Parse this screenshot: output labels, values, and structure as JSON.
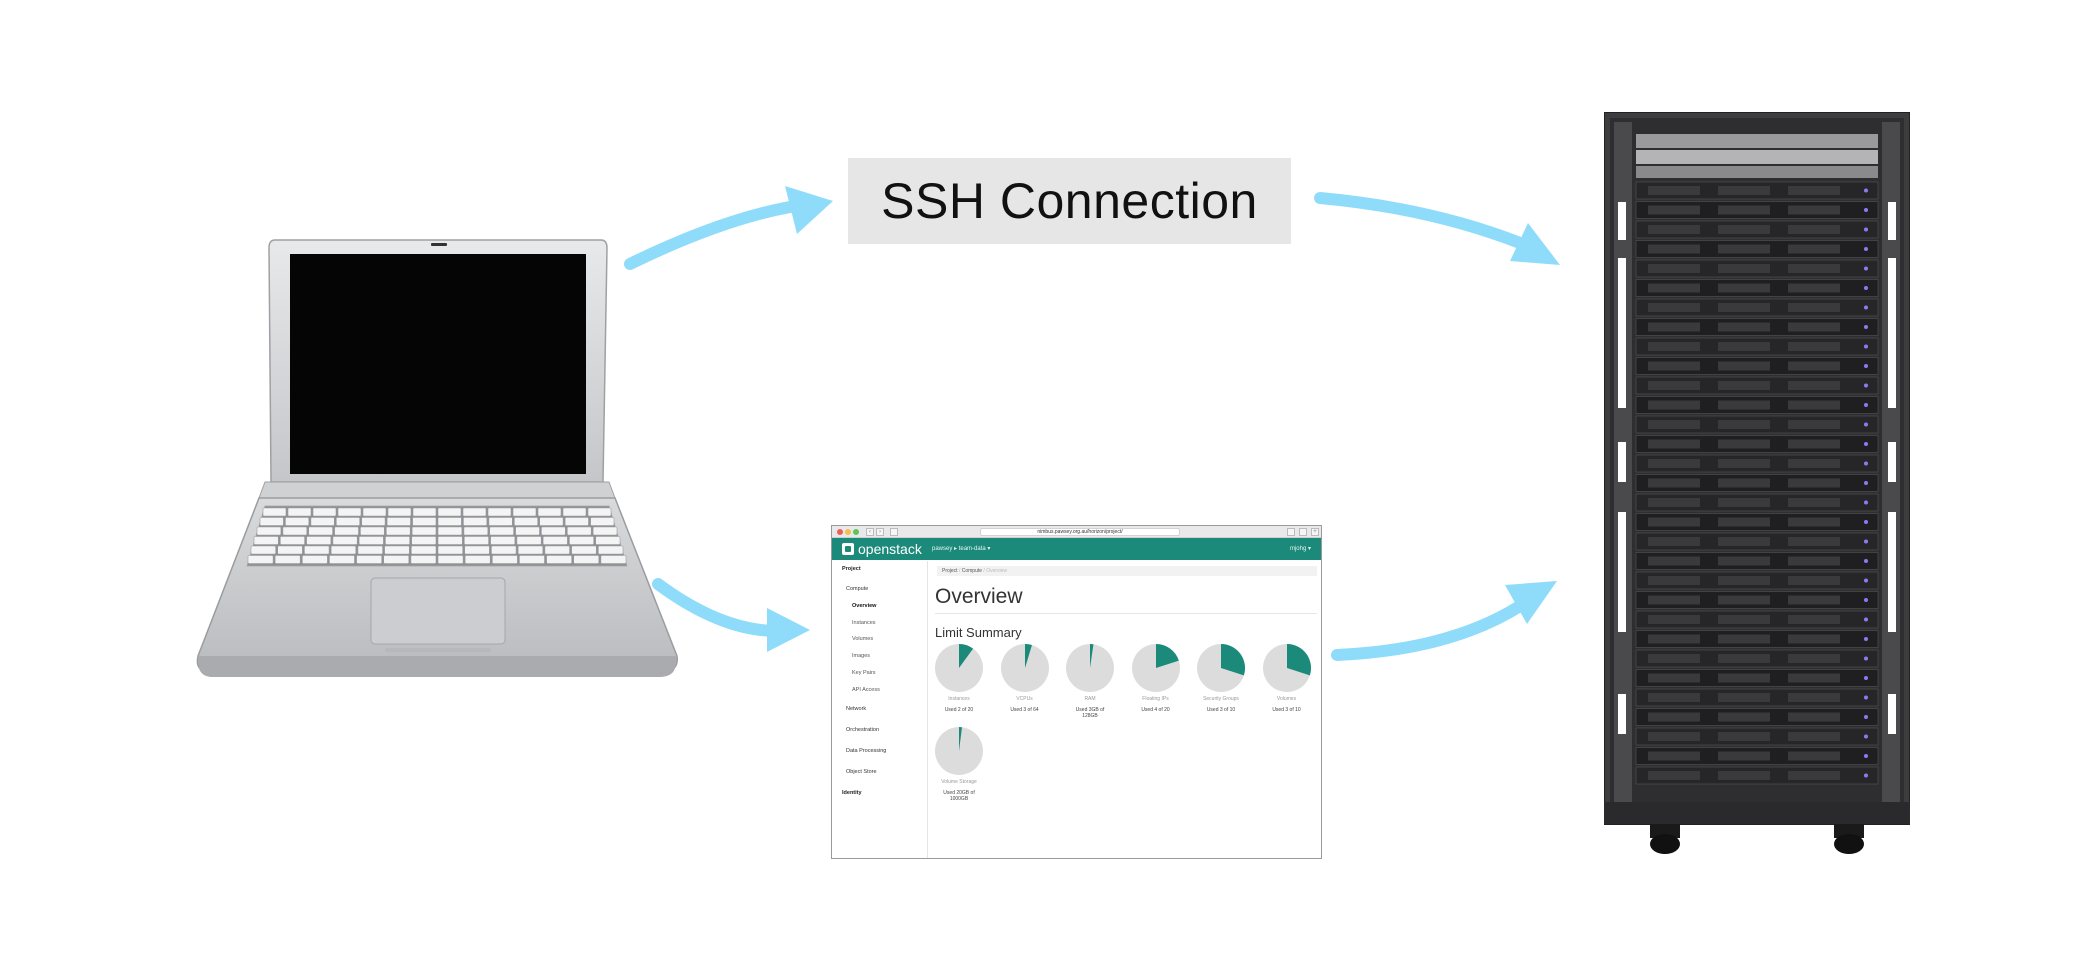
{
  "diagram": {
    "ssh_label": "SSH Connection",
    "arrow_color": "#8fdcfa",
    "laptop_icon": "laptop-icon",
    "server_icon": "server-rack-icon"
  },
  "openstack": {
    "url": "nimbus.pawsey.org.au/horizon/project/",
    "brand": "openstack",
    "brand_color": "#1b8a7a",
    "project_selector": "pawsey ▸ team-data ▾",
    "user_selector": "mjohg ▾",
    "breadcrumb": [
      "Project",
      "Compute",
      "Overview"
    ],
    "sidebar": {
      "project": "Project",
      "compute": "Compute",
      "overview": "Overview",
      "instances": "Instances",
      "volumes": "Volumes",
      "images": "Images",
      "key_pairs": "Key Pairs",
      "api_access": "API Access",
      "network": "Network",
      "orchestration": "Orchestration",
      "data_processing": "Data Processing",
      "object_store": "Object Store",
      "identity": "Identity"
    },
    "page_title": "Overview",
    "section_title": "Limit Summary",
    "limits": [
      {
        "label": "Instances",
        "used": "Used 2 of 20",
        "fraction": 0.1
      },
      {
        "label": "VCPUs",
        "used": "Used 3 of 64",
        "fraction": 0.047
      },
      {
        "label": "RAM",
        "used": "Used 3GB of 128GB",
        "fraction": 0.023
      },
      {
        "label": "Floating IPs",
        "used": "Used 4 of 20",
        "fraction": 0.2
      },
      {
        "label": "Security Groups",
        "used": "Used 3 of 10",
        "fraction": 0.3
      },
      {
        "label": "Volumes",
        "used": "Used 3 of 10",
        "fraction": 0.3
      },
      {
        "label": "Volume Storage",
        "used": "Used 20GB of 1000GB",
        "fraction": 0.02
      }
    ]
  }
}
